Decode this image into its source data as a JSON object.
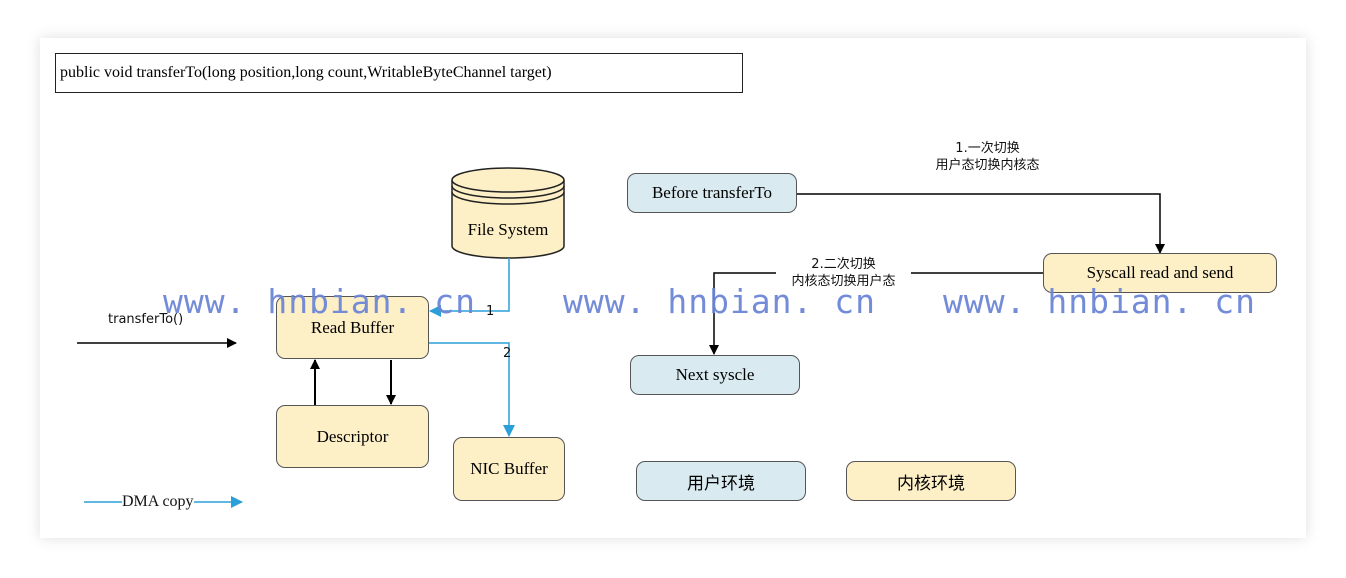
{
  "signature": "public void transferTo(long position,long count,WritableByteChannel target)",
  "nodes": {
    "file_system": "File System",
    "read_buffer": "Read Buffer",
    "descriptor": "Descriptor",
    "nic_buffer": "NIC Buffer",
    "before_transfer": "Before transferTo",
    "syscall": "Syscall read and send",
    "next_syscle": "Next syscle",
    "legend_user": "用户环境",
    "legend_kernel": "内核环境"
  },
  "labels": {
    "transfer_call": "transferTo()",
    "edge1": "1",
    "edge2": "2",
    "switch1_line1": "1.一次切换",
    "switch1_line2": "用户态切换内核态",
    "switch2_line1": "2.二次切换",
    "switch2_line2": "内核态切换用户态",
    "dma_legend": "DMA copy"
  },
  "watermark": [
    "www. hnbian. cn",
    "www. hnbian. cn",
    "www. hnbian. cn"
  ],
  "colors": {
    "kernel_fill": "#fdefc6",
    "user_fill": "#d9ebf1",
    "dma_arrow": "#2a9fd8",
    "watermark": "#6d86d6"
  }
}
